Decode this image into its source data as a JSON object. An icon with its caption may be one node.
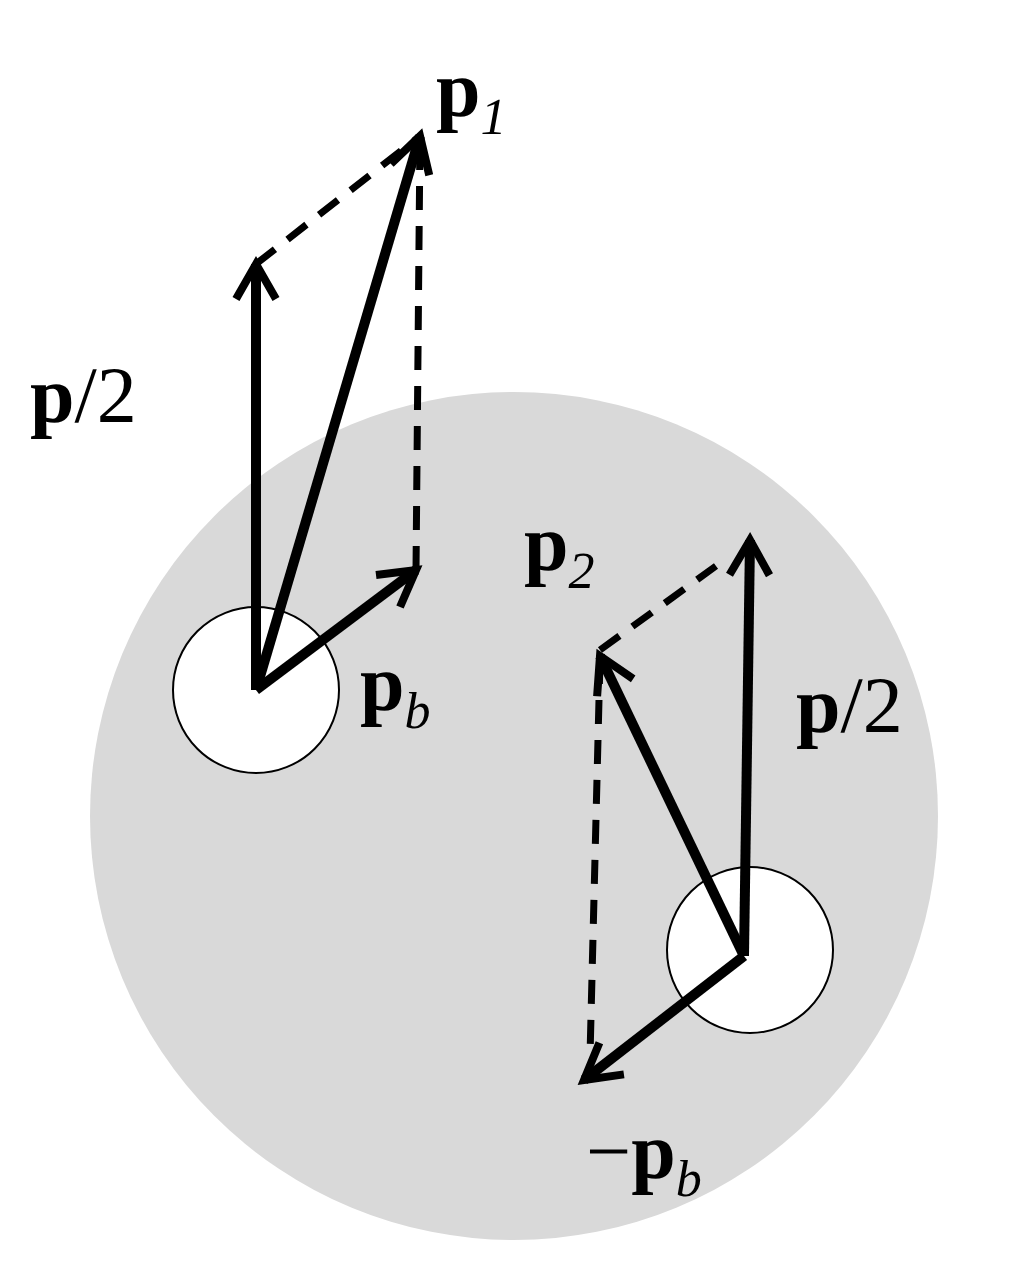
{
  "diagram": {
    "nodes": [
      {
        "text": [],
        "shape": "circle"
      },
      {
        "text": [],
        "shape": "circle",
        "in": 0
      },
      {
        "text": [],
        "shape": "circle",
        "in": 0
      }
    ],
    "labels": [
      "**p**$_{1}$",
      "**p**/2",
      "**p**$_{b}$",
      "**p**$_{2}$",
      "**p**/2",
      "−**p**$_{b}$"
    ]
  }
}
